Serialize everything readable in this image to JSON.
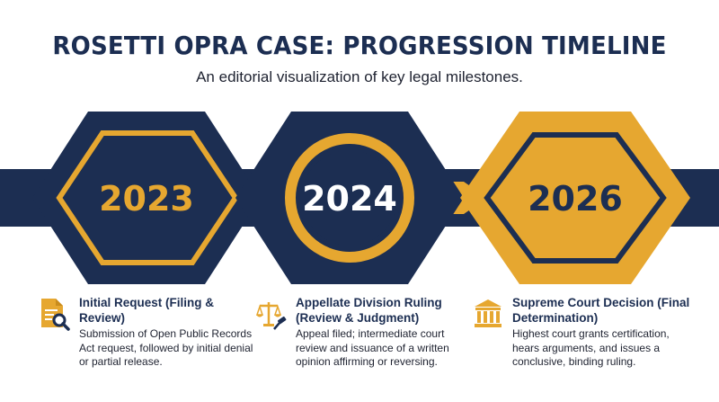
{
  "header": {
    "title": "ROSETTI OPRA CASE: PROGRESSION TIMELINE",
    "subtitle": "An editorial visualization of key legal milestones."
  },
  "colors": {
    "navy": "#1c2e52",
    "gold": "#e6a730",
    "text": "#1e2230"
  },
  "milestones": [
    {
      "year": "2023",
      "heading": "Initial Request (Filing & Review)",
      "description": "Submission of Open Public Records Act request, followed by initial denial or partial release.",
      "icon": "document-search-icon"
    },
    {
      "year": "2024",
      "heading": "Appellate Division Ruling (Review & Judgment)",
      "description": "Appeal filed; intermediate court review and issuance of a written opinion affirming or reversing.",
      "icon": "scales-gavel-icon"
    },
    {
      "year": "2026",
      "heading": "Supreme Court Decision (Final Determination)",
      "description": "Highest court grants certification, hears arguments, and issues a conclusive, binding ruling.",
      "icon": "courthouse-icon"
    }
  ]
}
